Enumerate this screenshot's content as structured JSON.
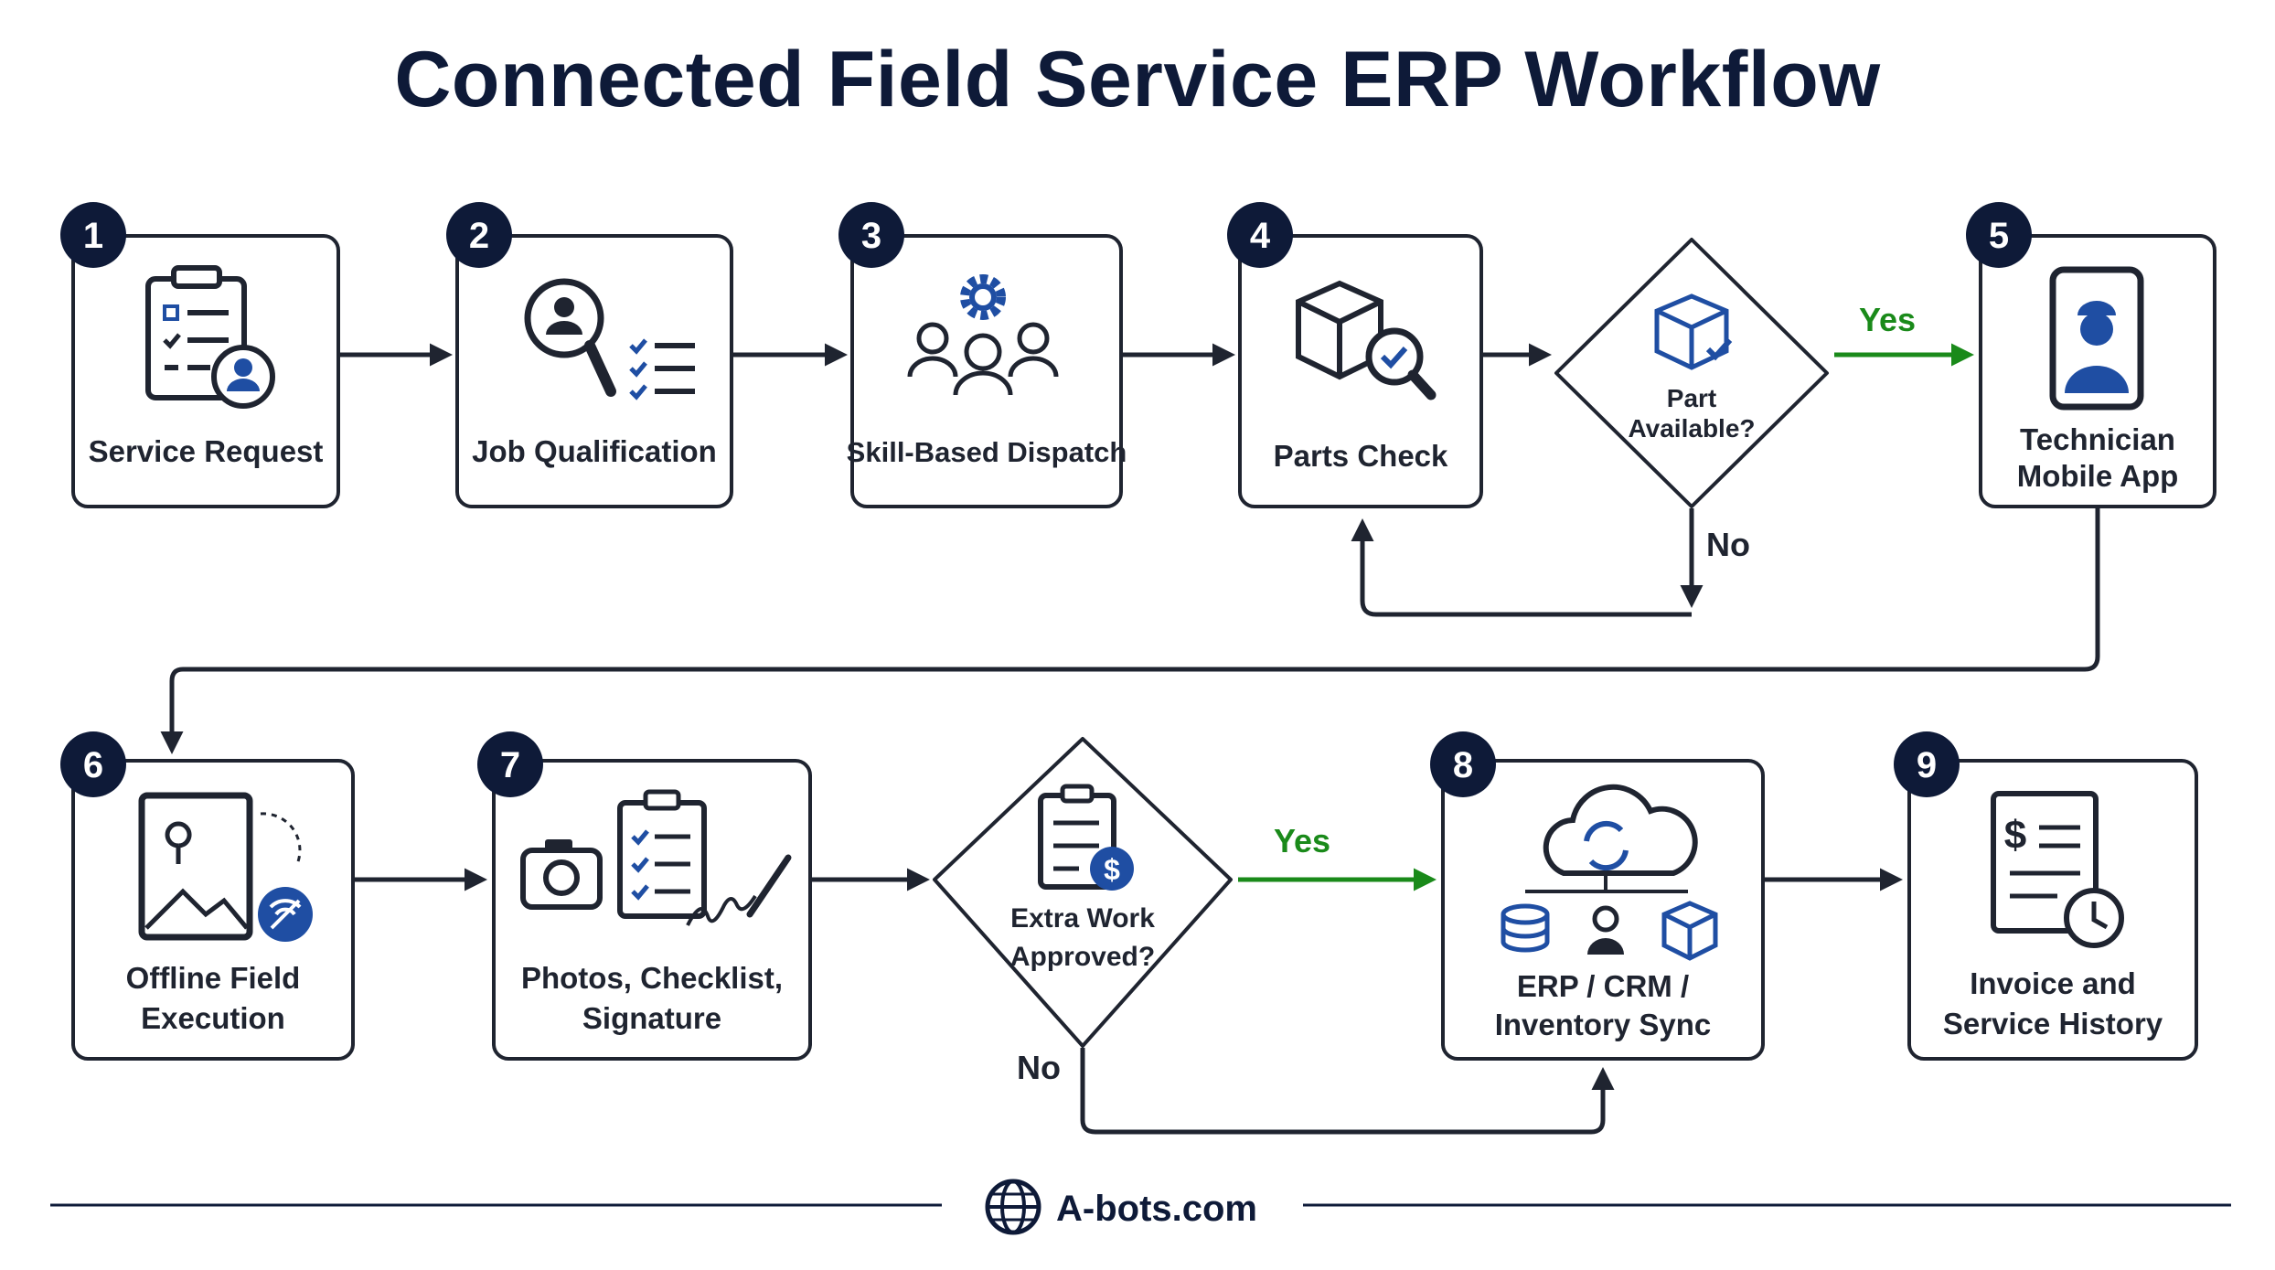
{
  "title": "Connected Field Service ERP Workflow",
  "steps": [
    {
      "number": "1",
      "lines": [
        "Service Request"
      ]
    },
    {
      "number": "2",
      "lines": [
        "Job Qualification"
      ]
    },
    {
      "number": "3",
      "lines": [
        "Skill-Based Dispatch"
      ]
    },
    {
      "number": "4",
      "lines": [
        "Parts Check"
      ]
    },
    {
      "number": "5",
      "lines": [
        "Technician",
        "Mobile App"
      ]
    },
    {
      "number": "6",
      "lines": [
        "Offline Field",
        "Execution"
      ]
    },
    {
      "number": "7",
      "lines": [
        "Photos, Checklist,",
        "Signature"
      ]
    },
    {
      "number": "8",
      "lines": [
        "ERP / CRM /",
        "Inventory Sync"
      ]
    },
    {
      "number": "9",
      "lines": [
        "Invoice and",
        "Service History"
      ]
    }
  ],
  "decisions": [
    {
      "lines": [
        "Part",
        "Available?"
      ],
      "yes_label": "Yes",
      "no_label": "No"
    },
    {
      "lines": [
        "Extra Work",
        "Approved?"
      ],
      "yes_label": "Yes",
      "no_label": "No"
    }
  ],
  "footer": {
    "site": "A-bots.com"
  },
  "colors": {
    "navy": "#0e1a38",
    "accent_blue": "#1f4ea3",
    "yes_green": "#1a8a1a",
    "border": "#1f2430"
  }
}
